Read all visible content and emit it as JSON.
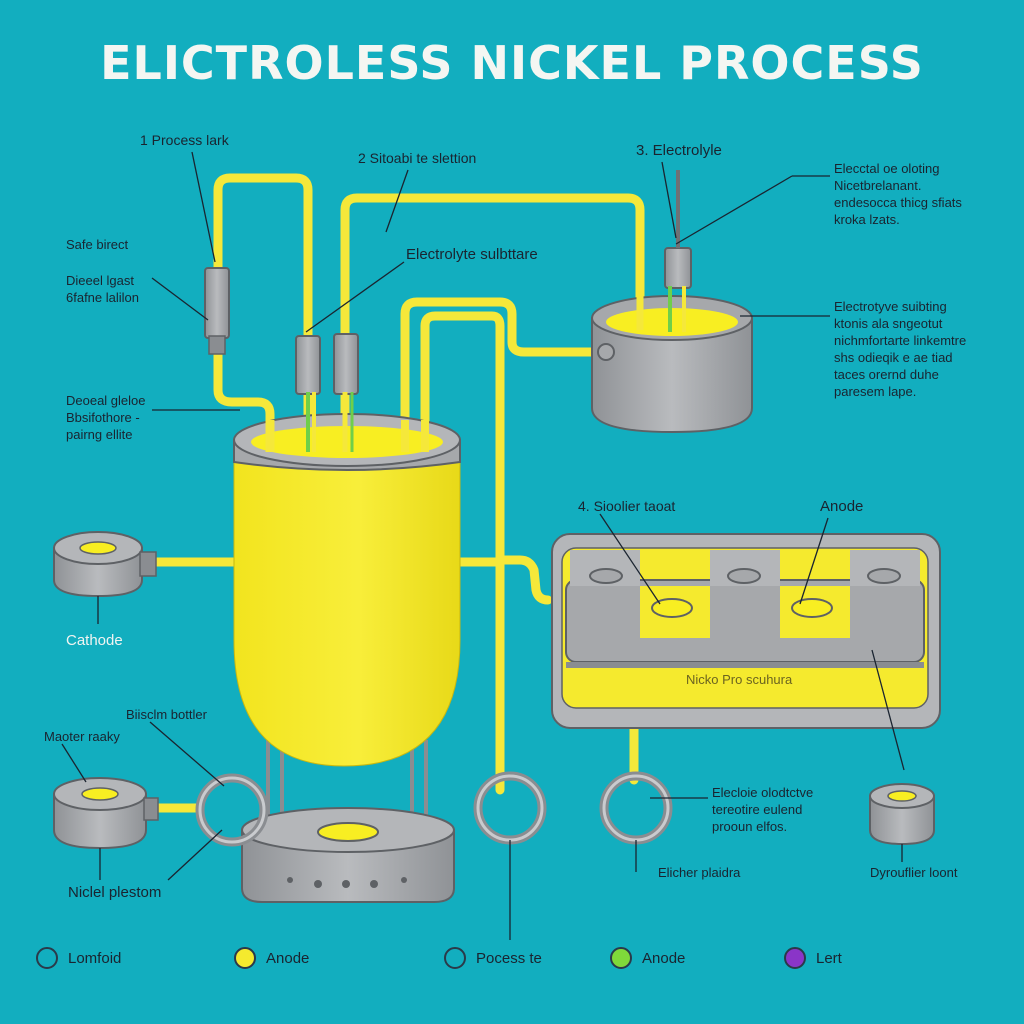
{
  "title": "ELICTROLESS NICKEL  PROCESS",
  "colors": {
    "background": "#12aebf",
    "pipe": "#f5e83a",
    "metal": "#a6a8ab",
    "metal_dark": "#6e7175",
    "liquid": "#f8ee22",
    "tank": "#f5ea2e"
  },
  "labels": {
    "process_tank": "1  Process lark",
    "stable_solution": "2  Sitoabi te slettion",
    "electrolyte": "3.  Electrolyle",
    "stocker_tank": "4.  Sioolier taoat",
    "anode_top": "Anode",
    "safe_direct": "Safe birect",
    "diesel_line1": "Dieeel lgast",
    "diesel_line2": "6fafne lalilon",
    "decal_line1": "Deoeal gleloe",
    "decal_line2": "Bbsifothore -",
    "decal_line3": "pairng ellite",
    "electrolyte_substrate": "Electrolyte sulbttare",
    "plating_line1": "Elecctal oe oloting",
    "plating_line2": "Nicetbrelanant.",
    "plating_line3": "endesocca thicg sfiats",
    "plating_line4": "kroka lzats.",
    "suiting_line1": "Electrotyve suibting",
    "suiting_line2": "ktonis ala sngeotut",
    "suiting_line3": "nichmfortarte linkemtre",
    "suiting_line4": "shs odieqik e ae tiad",
    "suiting_line5": "taces orernd duhe",
    "suiting_line6": "paresem lape.",
    "cathode": "Cathode",
    "bottom_button": "Biisclm bottler",
    "master_ready": "Maoter raaky",
    "nickel_platform": "Niclel plestom",
    "tray_text": "Nicko Pro scuhura",
    "conductive_line1": "Elecloie olodtctve",
    "conductive_line2": "tereotire eulend",
    "conductive_line3": "prooun elfos.",
    "elicher": "Elicher plaidra",
    "dryout": "Dyrouflier loont"
  },
  "legend": [
    {
      "label": "Lomfoid",
      "color": "#12aebf"
    },
    {
      "label": "Anode",
      "color": "#f5ea2e"
    },
    {
      "label": "Pocess te",
      "color": "#12aebf"
    },
    {
      "label": "Anode",
      "color": "#7fd93a"
    },
    {
      "label": "Lert",
      "color": "#8a35c8"
    }
  ]
}
